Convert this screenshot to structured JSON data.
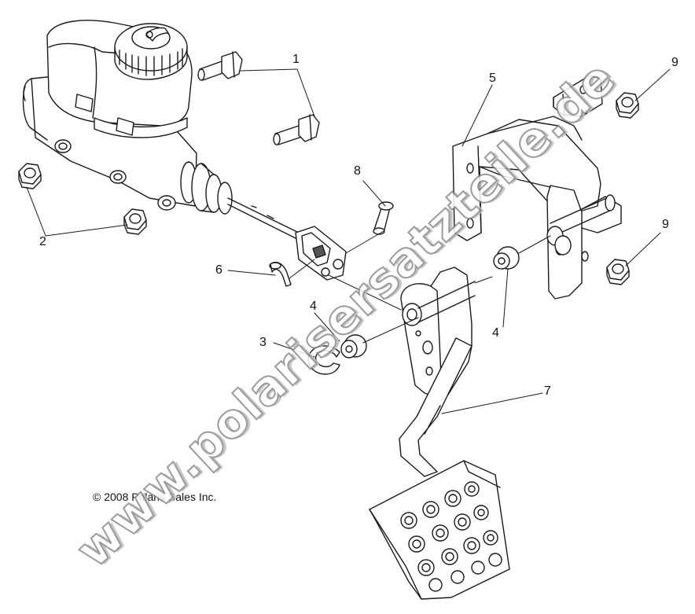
{
  "callouts": [
    {
      "id": "1",
      "label": "1"
    },
    {
      "id": "2",
      "label": "2"
    },
    {
      "id": "3",
      "label": "3"
    },
    {
      "id": "4a",
      "label": "4"
    },
    {
      "id": "4b",
      "label": "4"
    },
    {
      "id": "5",
      "label": "5"
    },
    {
      "id": "6",
      "label": "6"
    },
    {
      "id": "7",
      "label": "7"
    },
    {
      "id": "8",
      "label": "8"
    },
    {
      "id": "9a",
      "label": "9"
    },
    {
      "id": "9b",
      "label": "9"
    }
  ],
  "copyright": "© 2008 Polaris Sales Inc.",
  "watermark": "www.polarisersatzteile.de"
}
